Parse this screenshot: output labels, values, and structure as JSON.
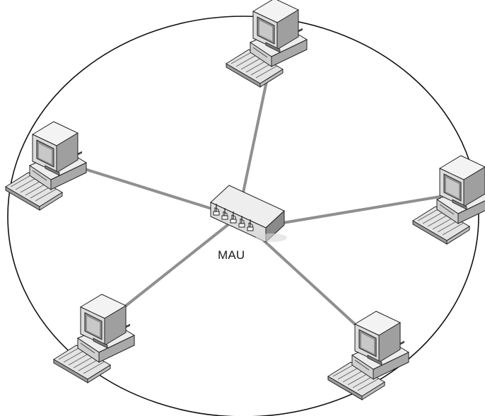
{
  "diagram": {
    "hub": {
      "label": "MAU",
      "icon": "multistation-access-unit-icon"
    },
    "workstations": [
      {
        "name": "workstation-top",
        "icon": "desktop-computer-icon"
      },
      {
        "name": "workstation-left",
        "icon": "desktop-computer-icon"
      },
      {
        "name": "workstation-right",
        "icon": "desktop-computer-icon"
      },
      {
        "name": "workstation-bottom-left",
        "icon": "desktop-computer-icon"
      },
      {
        "name": "workstation-bottom-right",
        "icon": "desktop-computer-icon"
      }
    ],
    "colors": {
      "ring": "#111111",
      "link": "#8f8f8f",
      "device_light": "#e6e6e6",
      "device_mid": "#b8b8b8",
      "device_dark": "#6e6e6e",
      "screen": "#9a9a9a"
    }
  }
}
